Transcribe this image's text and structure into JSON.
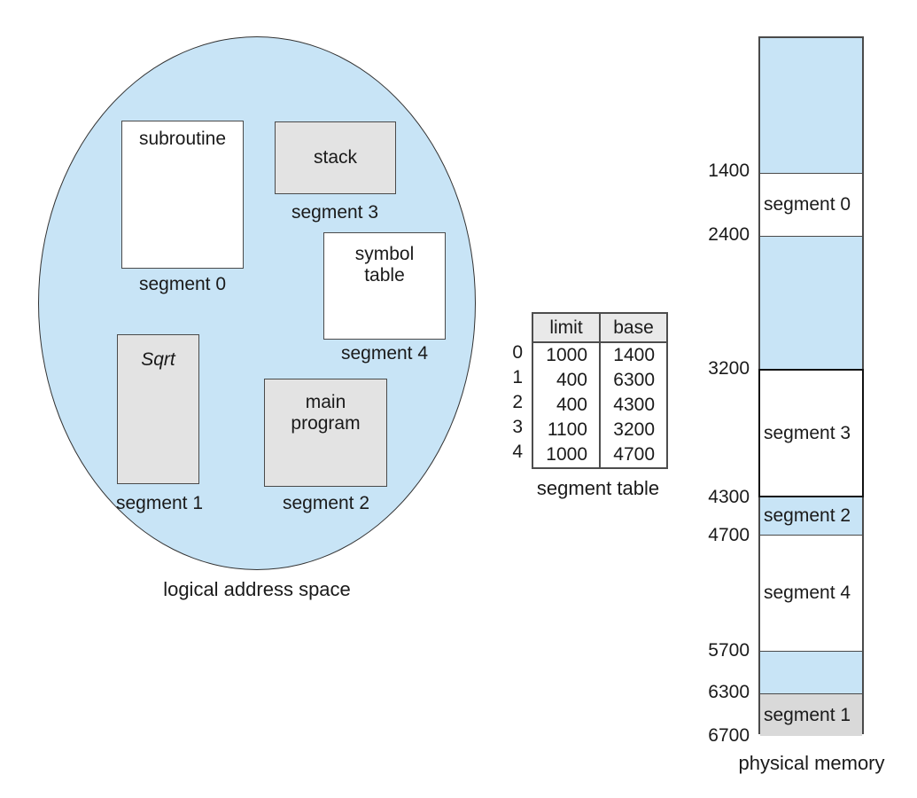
{
  "colors": {
    "space_fill": "#c8e4f6",
    "box_gray": "#e3e3e3",
    "memory_gray": "#d9d9d9",
    "table_header_bg": "#e9e9e9",
    "outline": "#4a4a4a"
  },
  "logical_space": {
    "caption": "logical address space",
    "boxes": {
      "subroutine": {
        "text": "subroutine",
        "label": "segment 0"
      },
      "stack": {
        "text": "stack",
        "label": "segment 3"
      },
      "symbol_table": {
        "text": "symbol table",
        "label": "segment 4"
      },
      "sqrt": {
        "text": "Sqrt",
        "label": "segment 1"
      },
      "main_program": {
        "text": "main program",
        "label": "segment 2"
      }
    }
  },
  "segment_table": {
    "caption": "segment table",
    "columns": {
      "limit": "limit",
      "base": "base"
    },
    "rows": [
      {
        "index": "0",
        "limit": "1000",
        "base": "1400"
      },
      {
        "index": "1",
        "limit": "400",
        "base": "6300"
      },
      {
        "index": "2",
        "limit": "400",
        "base": "4300"
      },
      {
        "index": "3",
        "limit": "1100",
        "base": "3200"
      },
      {
        "index": "4",
        "limit": "1000",
        "base": "4700"
      }
    ]
  },
  "physical_memory": {
    "caption": "physical memory",
    "addresses": [
      "1400",
      "2400",
      "3200",
      "4300",
      "4700",
      "5700",
      "6300",
      "6700"
    ],
    "segments": {
      "seg0": "segment 0",
      "seg3": "segment 3",
      "seg2": "segment 2",
      "seg4": "segment 4",
      "seg1": "segment 1"
    }
  }
}
